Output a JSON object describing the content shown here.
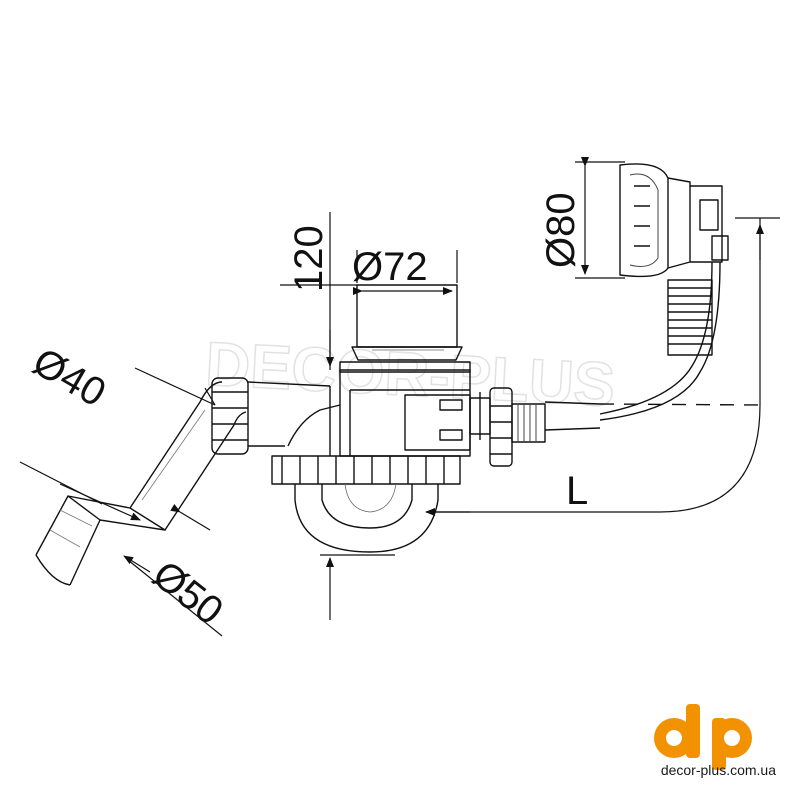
{
  "dimensions": {
    "d40": "Ø40",
    "d50": "Ø50",
    "d72": "Ø72",
    "d80": "Ø80",
    "h120": "120",
    "length": "L"
  },
  "watermark": "DECOR-PLUS",
  "brand": {
    "logo_text": "dp",
    "url": "decor-plus.com.ua",
    "color": "#f39200"
  },
  "colors": {
    "line": "#111111",
    "watermark": "#e6e6e6"
  }
}
